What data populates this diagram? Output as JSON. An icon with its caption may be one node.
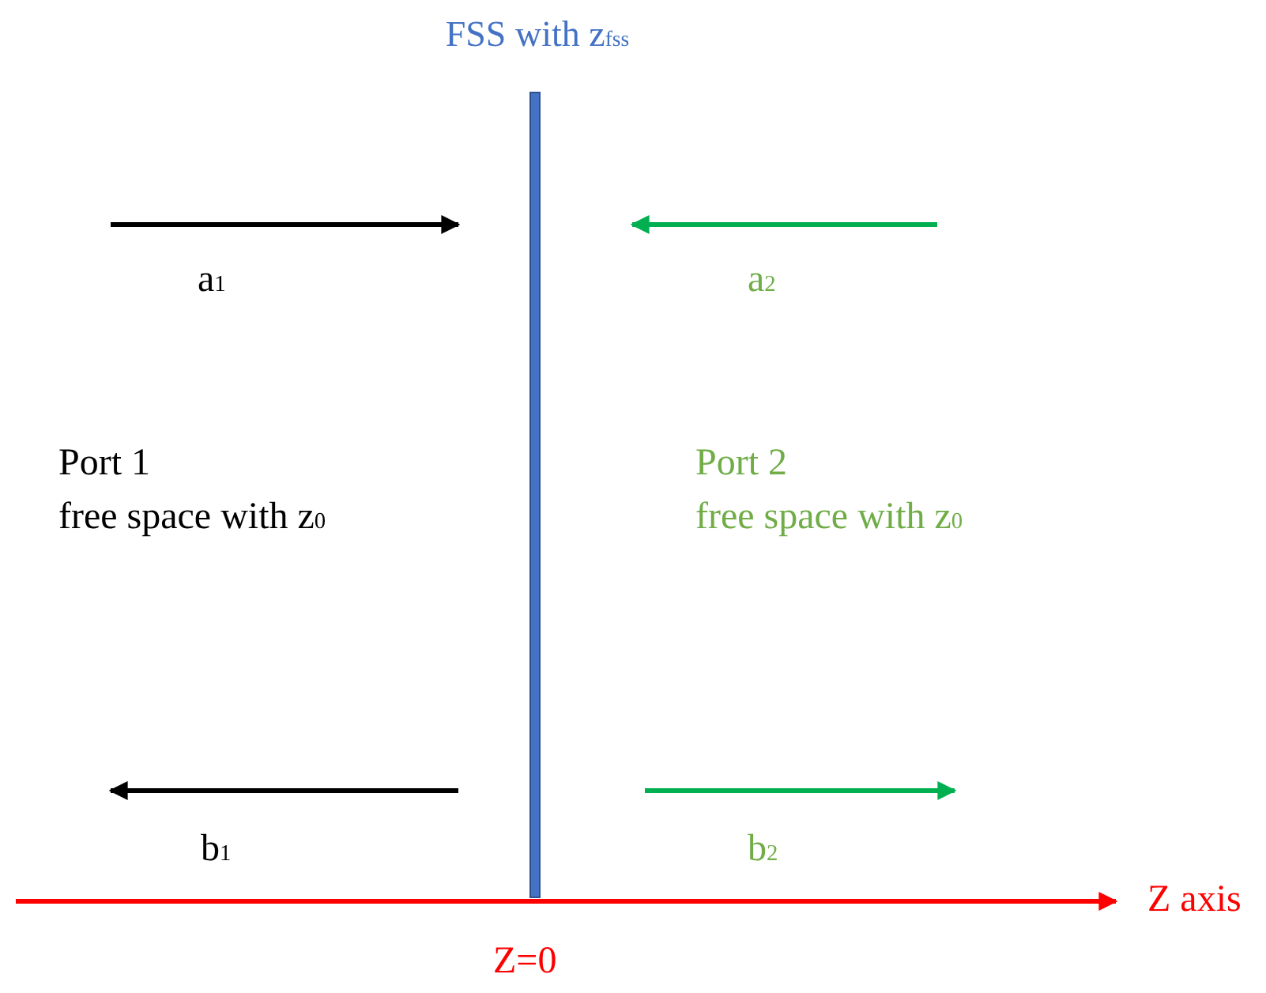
{
  "diagram": {
    "nodes": [
      {
        "text": [
          "FSS with z$_{fss}$"
        ]
      }
    ],
    "labels": [
      "a$_{1}$",
      "a$_{2}$",
      "Port 1",
      "free space with z$_{0}$",
      "Port 2",
      "free space with z$_{0}$",
      "b$_{1}$",
      "b$_{2}$",
      "Z axis",
      "Z=0"
    ]
  }
}
